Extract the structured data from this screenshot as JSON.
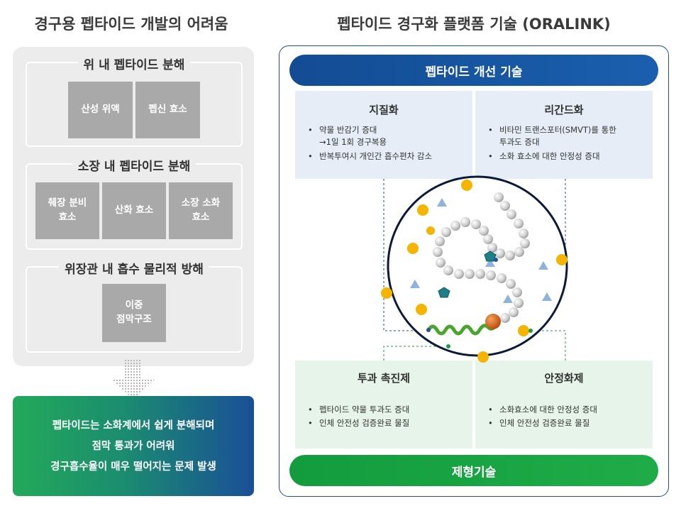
{
  "left": {
    "title": "경구용 펩타이드 개발의 어려움",
    "sections": [
      {
        "title": "위 내 펩타이드 분해",
        "boxes": [
          [
            "산성 위액"
          ],
          [
            "펩신 효소"
          ]
        ]
      },
      {
        "title": "소장 내 펩타이드 분해",
        "boxes": [
          [
            "췌장 분비",
            "효소"
          ],
          [
            "산화 효소"
          ],
          [
            "소장 소화",
            "효소"
          ]
        ]
      },
      {
        "title": "위장관 내 흡수 물리적 방해",
        "boxes": [
          [
            "이중",
            "점막구조"
          ]
        ]
      }
    ],
    "result_lines": [
      "펩타이드는 소화계에서 쉽게 분해되며",
      "점막 통과가 어려워",
      "경구흡수율이 매우 떨어지는 문제 발생"
    ]
  },
  "right": {
    "title": "펩타이드 경구화 플랫폼 기술 (ORALINK)",
    "top_pill": "펩타이드 개선 기술",
    "bottom_pill": "제형기술",
    "quadrants": {
      "top_left": {
        "title": "지질화",
        "items": [
          [
            "약물 반감기 증대",
            "→1일 1회 경구복용"
          ],
          [
            "반복투여시 개인간 흡수편차 감소"
          ]
        ]
      },
      "top_right": {
        "title": "리간드화",
        "items": [
          [
            "비타민 트랜스포터(SMVT)를 통한",
            "투과도 증대"
          ],
          [
            "소화 효소에 대한 안정성 증대"
          ]
        ]
      },
      "bottom_left": {
        "title": "투과 촉진제",
        "items": [
          [
            "펩타이드 약물 투과도 증대"
          ],
          [
            "인체 안전성 검증완료 물질"
          ]
        ]
      },
      "bottom_right": {
        "title": "안정화제",
        "items": [
          [
            "소화효소에 대한 안정성 증대"
          ],
          [
            "인체 안전성 검증완료 물질"
          ]
        ]
      }
    }
  },
  "colors": {
    "panel_gray": "#ececec",
    "box_gray": "#a9a9a9",
    "navy": "#134c93",
    "green": "#1fac48",
    "bead": "#d0d0d0",
    "yellow_dot": "#f4b400",
    "triangle": "#8fb3dc",
    "teal_pentagon": "#1e7f86",
    "orange_ball": "#c9570f"
  }
}
